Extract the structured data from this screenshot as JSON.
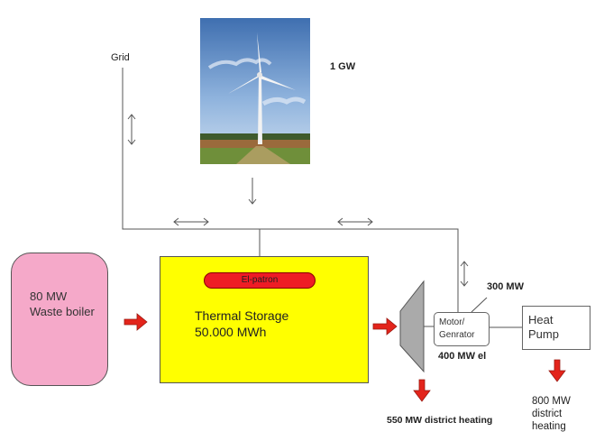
{
  "labels": {
    "grid": "Grid",
    "wind_capacity": "1 GW",
    "el_patron": "El-patron",
    "transmission": "300 MW",
    "motor_output": "400 MW el",
    "district_heating_1": "550 MW district heating",
    "district_heating_2_line1": "800 MW",
    "district_heating_2_line2": "district",
    "district_heating_2_line3": "heating"
  },
  "boiler": {
    "line1": "80 MW",
    "line2": "Waste boiler"
  },
  "storage": {
    "line1": "Thermal Storage",
    "line2": "50.000 MWh"
  },
  "motor": {
    "line1": "Motor/",
    "line2": "Genrator"
  },
  "heat_pump": {
    "line1": "Heat",
    "line2": "Pump"
  },
  "colors": {
    "storage_fill": "#ffff00",
    "boiler_fill": "#f5a9c9",
    "el_patron_fill": "#ee1c25",
    "arrow_fill": "#e3241b",
    "turbine_fill": "#aaaaaa"
  },
  "icons": [
    "wind-turbine-photo",
    "bidirectional-arrow-icon",
    "flow-arrow-icon"
  ]
}
